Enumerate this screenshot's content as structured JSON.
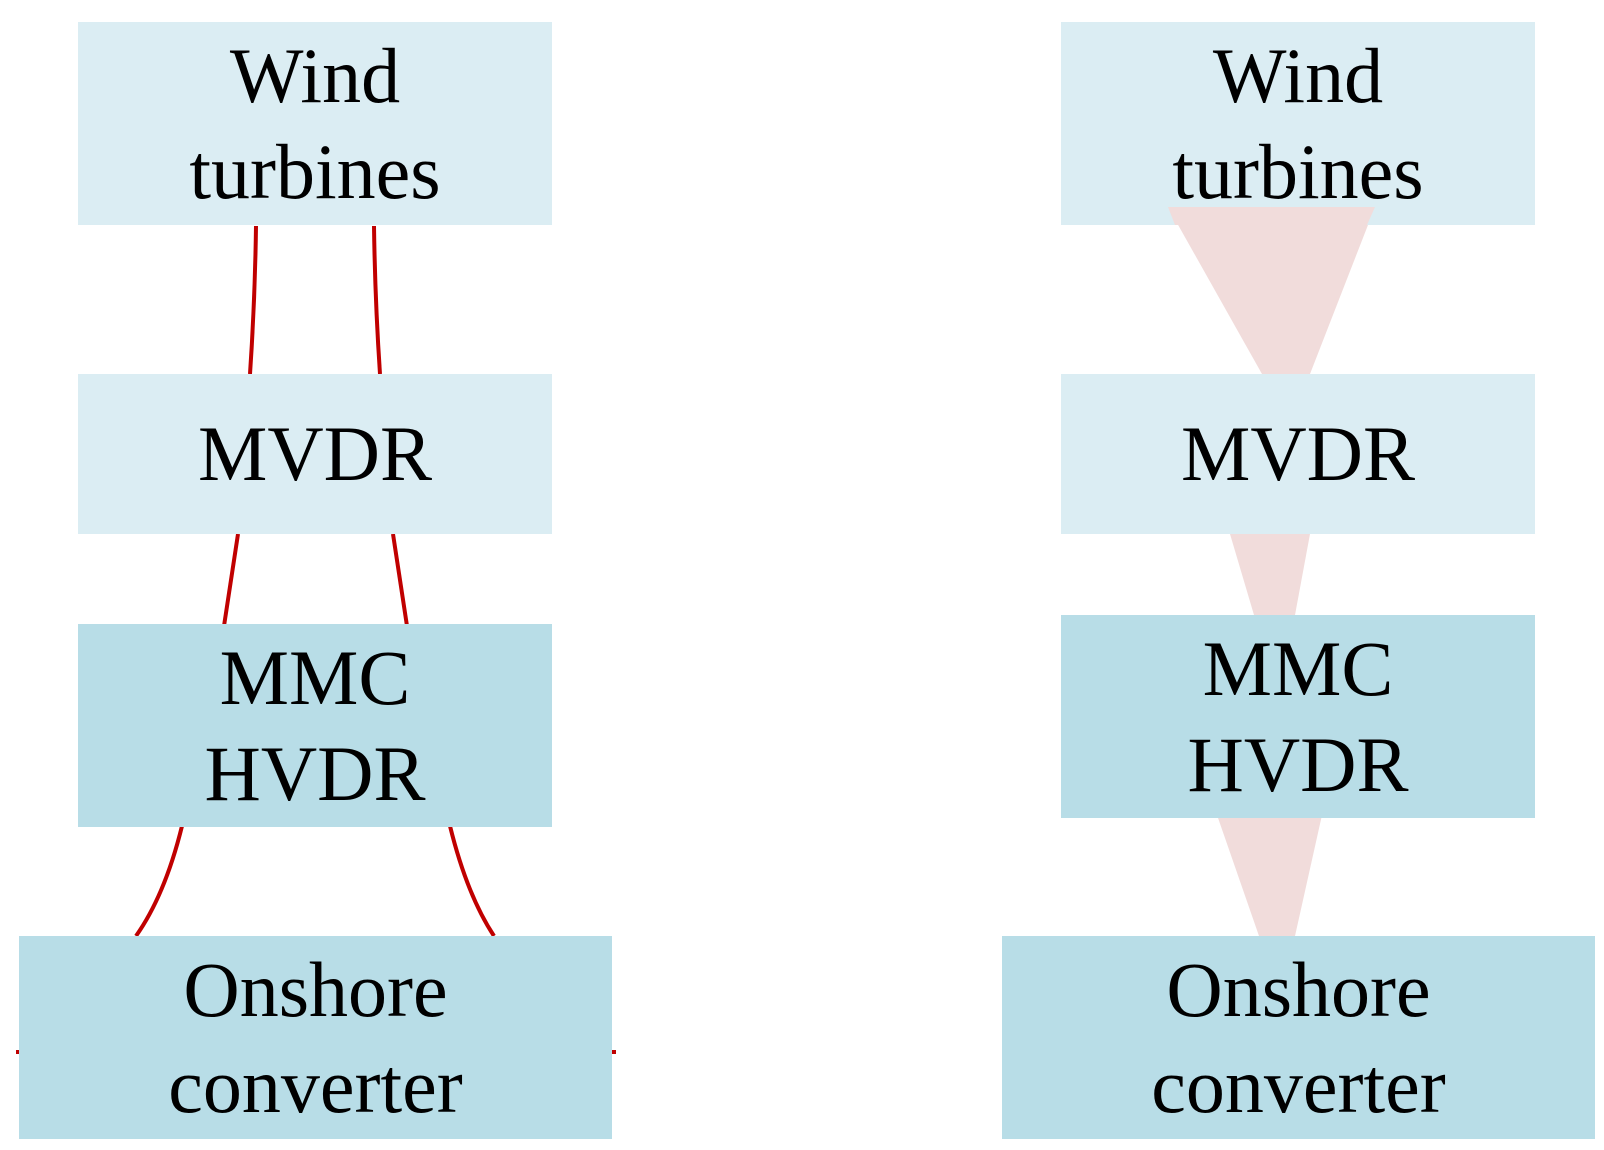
{
  "colors": {
    "box_light": "#dbedf3",
    "box_medium": "#b8dde7",
    "cable": "#c00000",
    "flow": "#f1dcdb",
    "text": "#000000",
    "background": "#ffffff"
  },
  "left_diagram": {
    "wind": {
      "line1": "Wind",
      "line2": "turbines"
    },
    "mvdr": {
      "line1": "MVDR"
    },
    "mmc": {
      "line1": "MMC",
      "line2": "HVDR"
    },
    "onshore": {
      "line1": "Onshore",
      "line2": "converter"
    }
  },
  "right_diagram": {
    "wind": {
      "line1": "Wind",
      "line2": "turbines"
    },
    "mvdr": {
      "line1": "MVDR"
    },
    "mmc": {
      "line1": "MMC",
      "line2": "HVDR"
    },
    "onshore": {
      "line1": "Onshore",
      "line2": "converter"
    }
  }
}
